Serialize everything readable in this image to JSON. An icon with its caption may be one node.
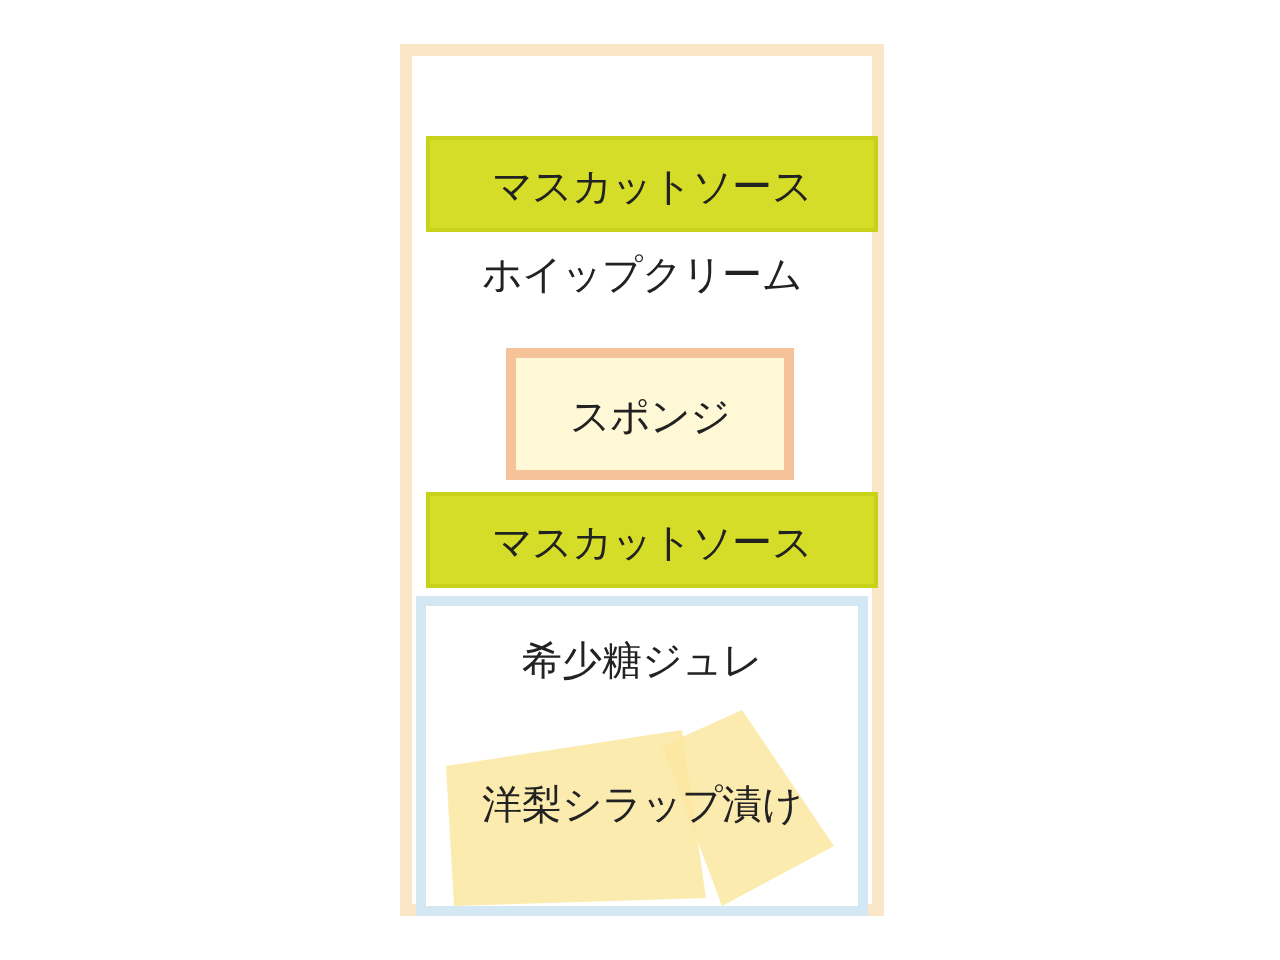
{
  "diagram": {
    "nodes": [
      {
        "text": [],
        "shape": "box"
      },
      {
        "text": [
          "マスカットソース"
        ],
        "in": 0
      },
      {
        "text": [
          "スポンジ"
        ],
        "in": 0
      },
      {
        "text": [
          "マスカットソース"
        ],
        "in": 0
      },
      {
        "text": [
          "希少糖ジュレ"
        ],
        "in": 0
      },
      {
        "text": [
          "洋梨シラップ漬け"
        ],
        "in": 4
      }
    ],
    "labels": [
      "ホイップクリーム"
    ]
  }
}
